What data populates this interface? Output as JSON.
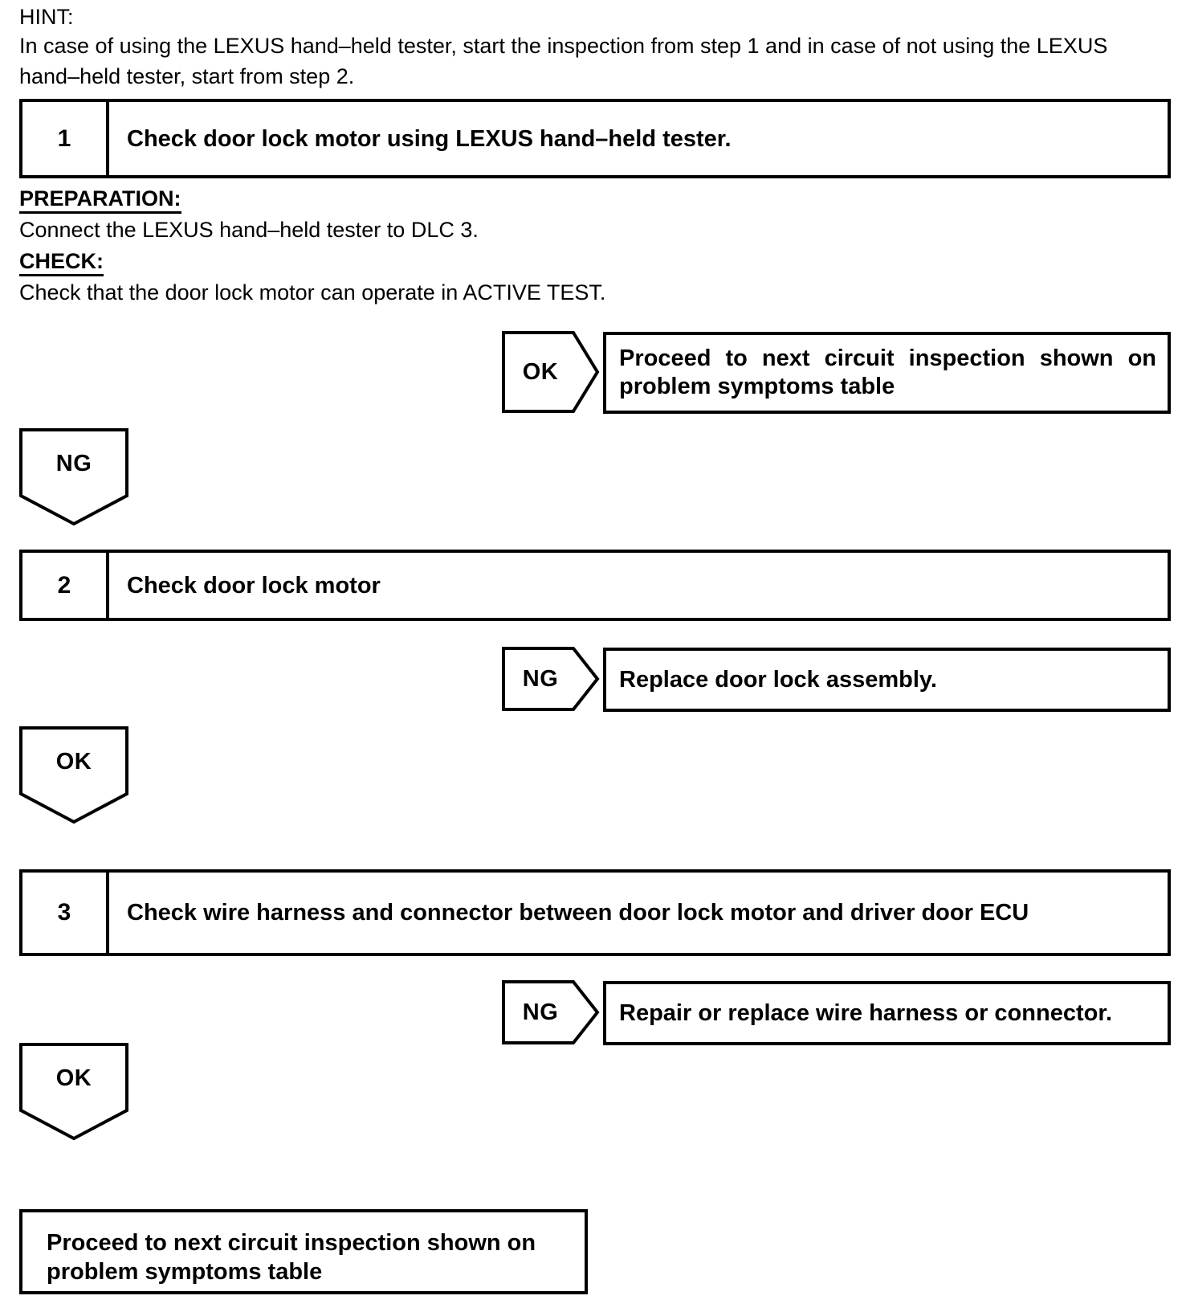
{
  "hint": {
    "label": "HINT:",
    "text": "In case of using the LEXUS hand–held tester, start the inspection from step 1 and in case of not using the LEXUS hand–held tester, start from step 2."
  },
  "steps": [
    {
      "number": "1",
      "title": "Check door lock motor using LEXUS hand–held tester."
    },
    {
      "number": "2",
      "title": "Check door lock motor"
    },
    {
      "number": "3",
      "title": "Check wire harness and connector between door lock motor and driver door ECU"
    }
  ],
  "details": {
    "preparation_label": "PREPARATION:",
    "preparation_text": "Connect the LEXUS hand–held tester to DLC 3.",
    "check_label": "CHECK:",
    "check_text": "Check that the door lock motor can operate in ACTIVE TEST."
  },
  "results": [
    {
      "tag": "OK",
      "text": "Proceed to next circuit inspection shown on problem symptoms table"
    },
    {
      "tag": "NG",
      "text": "Replace door lock assembly."
    },
    {
      "tag": "NG",
      "text": "Repair or replace wire harness or connector."
    }
  ],
  "connectors": [
    {
      "tag": "NG"
    },
    {
      "tag": "OK"
    },
    {
      "tag": "OK"
    }
  ],
  "terminal": {
    "text": "Proceed to next circuit inspection shown on problem symptoms table"
  },
  "colors": {
    "ink": "#000000",
    "paper": "#ffffff"
  }
}
